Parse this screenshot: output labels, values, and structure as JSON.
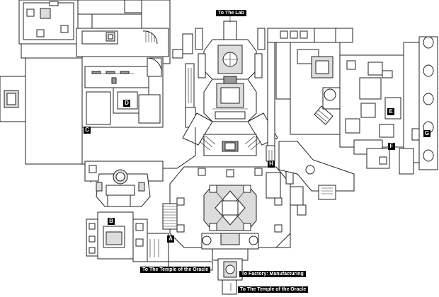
{
  "labels": {
    "lab": "To The Lab",
    "temple_1": "To The Temple of the Oracle",
    "factory": "To Factory: Manufacturing",
    "temple_2": "To The Temple of the Oracle"
  },
  "markers": {
    "a": "A",
    "b": "B",
    "c": "C",
    "d": "D",
    "e": "E",
    "f": "F",
    "g": "G",
    "h": "H"
  }
}
